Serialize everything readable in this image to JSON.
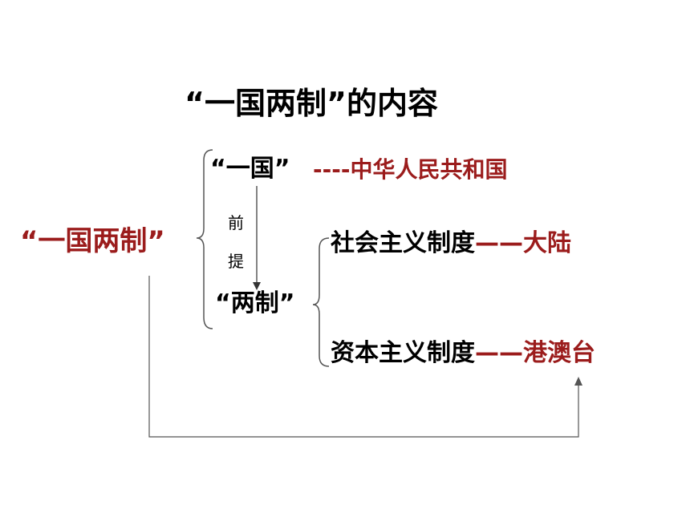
{
  "title": "“一国两制”的内容",
  "main_term": "“一国两制”",
  "one_country": {
    "label": "“一国”",
    "meaning": "----中华人民共和国"
  },
  "premise": {
    "char_1": "前",
    "char_2": "提"
  },
  "two_systems": {
    "label": "“两制”",
    "rows": [
      {
        "system": "社会主义制度",
        "region": "——大陆"
      },
      {
        "system": "资本主义制度",
        "region": "——港澳台"
      }
    ]
  },
  "colors": {
    "accent": "#9b1c1c",
    "text": "#000000",
    "line": "#555555"
  }
}
